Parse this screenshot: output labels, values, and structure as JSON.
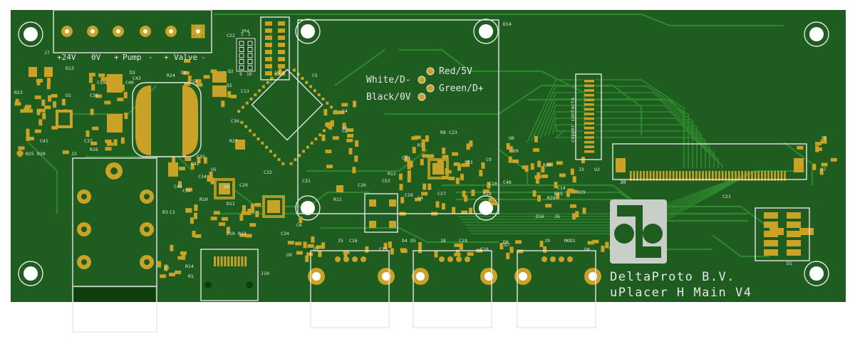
{
  "board": {
    "colors": {
      "background": "#ffffff",
      "substrate": "#1f5c1f",
      "copper": "#2a7a2a",
      "pad": "#c9a227",
      "silk": "#e6e6e6"
    },
    "connector_labels": [
      "+24V",
      "0V",
      "+",
      "Pump",
      "-",
      "+",
      "Valve",
      "-"
    ],
    "usb_labels": [
      "Red/5V",
      "White/D-",
      "Green/D+",
      "Black/0V"
    ],
    "copper_contacts": "copper contacts",
    "refs": [
      "J7",
      "D13",
      "R23",
      "U1",
      "C38",
      "C39",
      "C40",
      "D3",
      "C43",
      "R24",
      "D8",
      "L1",
      "C22",
      "JP4",
      "Q2",
      "U3",
      "C5",
      "Q1",
      "C13",
      "C4",
      "C6",
      "C8",
      "R27",
      "R25",
      "R20",
      "J2",
      "R26",
      "C37",
      "C41",
      "C35",
      "C42",
      "C34",
      "C44",
      "C50",
      "R3",
      "C1",
      "U5",
      "U6",
      "C29",
      "C32",
      "C31",
      "R11",
      "C34",
      "C6",
      "U9",
      "R10",
      "D11",
      "D10",
      "R13",
      "R14",
      "J10",
      "R1",
      "X1",
      "C20",
      "C52",
      "R12",
      "C28",
      "U4",
      "C27",
      "C24",
      "R7",
      "R8",
      "C23",
      "C21",
      "C9",
      "C10",
      "R18",
      "C48",
      "U8",
      "D9",
      "R30",
      "C14",
      "D15",
      "R28",
      "R29",
      "D16",
      "J6",
      "J3",
      "U2",
      "C21",
      "J1",
      "C7",
      "D1",
      "D2",
      "J5",
      "C16",
      "C15",
      "D4",
      "D5",
      "J8",
      "C19",
      "C18",
      "D6",
      "D7",
      "J9",
      "MOD1",
      "Q4",
      "D14",
      "C36"
    ],
    "jp4_pins": [
      "1",
      "2",
      "9",
      "10"
    ],
    "logo": {
      "line1": "DeltaProto B.V.",
      "line2": "uPlacer H Main V4"
    },
    "footprint_label": "30"
  }
}
